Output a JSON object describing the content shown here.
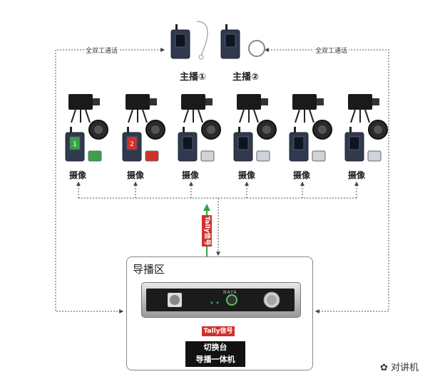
{
  "hosts": [
    {
      "label": "主播①"
    },
    {
      "label": "主播②"
    }
  ],
  "links": {
    "full_duplex_left": "全双工通话",
    "full_duplex_right": "全双工通话"
  },
  "cameras": [
    {
      "label": "摄像",
      "tally_number": "1",
      "tally_color": "#3aa14a"
    },
    {
      "label": "摄像",
      "tally_number": "2",
      "tally_color": "#d0312d"
    },
    {
      "label": "摄像",
      "tally_number": "",
      "tally_color": ""
    },
    {
      "label": "摄像",
      "tally_number": "",
      "tally_color": ""
    },
    {
      "label": "摄像",
      "tally_number": "",
      "tally_color": ""
    },
    {
      "label": "摄像",
      "tally_number": "",
      "tally_color": ""
    }
  ],
  "control_room": {
    "title": "导播区",
    "device_brand": "NAYA",
    "tally_signal_vertical": "Tally信号",
    "tally_signal_horizontal": "Tally信号",
    "switcher_line1": "切换台",
    "switcher_line2": "导播一体机"
  },
  "watermark": {
    "text": "对讲机"
  },
  "colors": {
    "arrow_green": "#3aa14a",
    "tally_red": "#d0312d",
    "radio_body": "#2f3a4f"
  }
}
